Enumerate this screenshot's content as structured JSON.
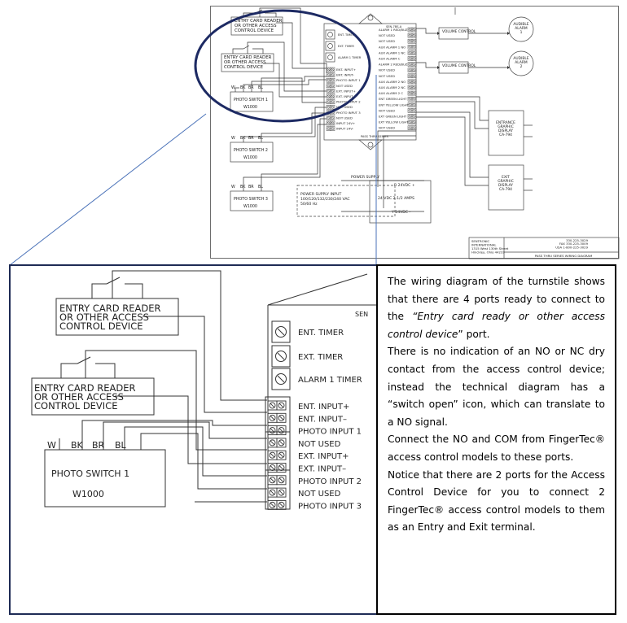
{
  "top_diagram": {
    "left_labels": [
      {
        "id": "card1",
        "lines": [
          "ENTRY CARD READER",
          "OR OTHER ACCESS",
          "CONTROL DEVICE"
        ]
      },
      {
        "id": "card2",
        "lines": [
          "ENTRY CARD READER",
          "OR OTHER ACCESS",
          "CONTROL DEVICE"
        ]
      }
    ],
    "photo_switches": [
      {
        "wires": [
          "W",
          "BK",
          "BR",
          "BL"
        ],
        "name": "PHOTO SWITCH 1",
        "model": "W1000"
      },
      {
        "wires": [
          "W",
          "BK",
          "BR",
          "BL"
        ],
        "name": "PHOTO SWITCH 2",
        "model": "W1000"
      },
      {
        "wires": [
          "W",
          "BK",
          "BR",
          "BL"
        ],
        "name": "PHOTO SWITCH 3",
        "model": "W1000"
      }
    ],
    "board_header": "SEN-7BS-A",
    "timers": [
      "ENT. TIMER",
      "EXT. TIMER",
      "ALARM 1 TIMER"
    ],
    "left_terminals": [
      "ENT. INPUT+",
      "ENT. INPUT-",
      "PHOTO INPUT 1",
      "NOT USED",
      "EXT. INPUT+",
      "EXT. INPUT-",
      "PHOTO INPUT 2",
      "NOT USED",
      "PHOTO INPUT 3",
      "NOT USED",
      "INPUT 24V+",
      "INPUT 24V-"
    ],
    "right_terminals": [
      "ALARM 1 RED/BUZ",
      "NOT USED",
      "NOT USED",
      "AUX ALARM 1 NO",
      "AUX ALARM 1 NC",
      "AUX ALARM C",
      "ALARM 2 RED/BUZ",
      "NOT USED",
      "NOT USED",
      "AUX ALARM 2 NO",
      "AUX ALARM 2 NC",
      "AUX ALARM 2 C",
      "ENT GREEN LIGHT",
      "ENT YELLOW LIGHT",
      "NOT USED",
      "EXT GREEN LIGHT",
      "EXT YELLOW LIGHT",
      "NOT USED"
    ],
    "board_footer": "PASS THRU SERIES",
    "volume_control": "VOLUME CONTROL",
    "alarms": [
      {
        "lines": [
          "AUDIBLE",
          "ALARM",
          "1"
        ]
      },
      {
        "lines": [
          "AUDIBLE",
          "ALARM",
          "2"
        ]
      }
    ],
    "displays": [
      {
        "lines": [
          "ENTRANCE",
          "GRAPHIC",
          "DISPLAY",
          "CA-794"
        ]
      },
      {
        "lines": [
          "EXIT",
          "GRAPHIC",
          "DISPLAY",
          "CA-794"
        ]
      }
    ],
    "power": {
      "supply_label": "POWER SUPPLY",
      "r_label": "R 24VDC +",
      "input_lines": [
        "POWER SUPPLY INPUT",
        "100/120/132/230/240 VAC",
        "50/60 Hz"
      ],
      "output_label": "24 VDC 2-1/2 AMPS",
      "y_label": "Y 24VDC -"
    },
    "title_block": {
      "company": [
        "SENTRONIC",
        "INTERNATIONAL",
        "1315 West 130th Street",
        "Hinckley, Ohio 44233"
      ],
      "phones": [
        "330-225-3029",
        "FAX 330-225-3009",
        "USA 1-800-225-3029"
      ],
      "title": "PASS THRU SERIES WIRING DIAGRAM"
    }
  },
  "zoom": {
    "header_fragment": "SEN",
    "card_readers": [
      {
        "lines": [
          "ENTRY CARD READER",
          "OR OTHER ACCESS",
          "CONTROL DEVICE"
        ]
      },
      {
        "lines": [
          "ENTRY CARD READER",
          "OR OTHER ACCESS",
          "CONTROL DEVICE"
        ]
      }
    ],
    "photo_switch": {
      "wires": [
        "W",
        "BK",
        "BR",
        "BL"
      ],
      "name": "PHOTO SWITCH 1",
      "model": "W1000"
    },
    "timers": [
      "ENT. TIMER",
      "EXT. TIMER",
      "ALARM 1 TIMER"
    ],
    "terminals": [
      "ENT. INPUT+",
      "ENT. INPUT–",
      "PHOTO INPUT 1",
      "NOT USED",
      "EXT. INPUT+",
      "EXT. INPUT–",
      "PHOTO INPUT 2",
      "NOT USED",
      "PHOTO INPUT 3"
    ]
  },
  "explanation": [
    [
      {
        "t": "The wiring diagram of the turnstile shows that there are 4 ports ready to connect to the "
      },
      {
        "t": "“Entry card ready or other access control device",
        "i": true
      },
      {
        "t": "” port."
      }
    ],
    [
      {
        "t": "There is no indication of an NO or NC dry contact from the access control device; instead the technical diagram has a “switch open” icon, which can translate to a NO signal."
      }
    ],
    [
      {
        "t": "Connect the NO and COM from FingerTec® access control models to these ports."
      }
    ],
    [
      {
        "t": "Notice that there are 2 ports for the Access Control Device for you to connect 2 FingerTec® access control models to them as an Entry and Exit terminal."
      }
    ]
  ]
}
